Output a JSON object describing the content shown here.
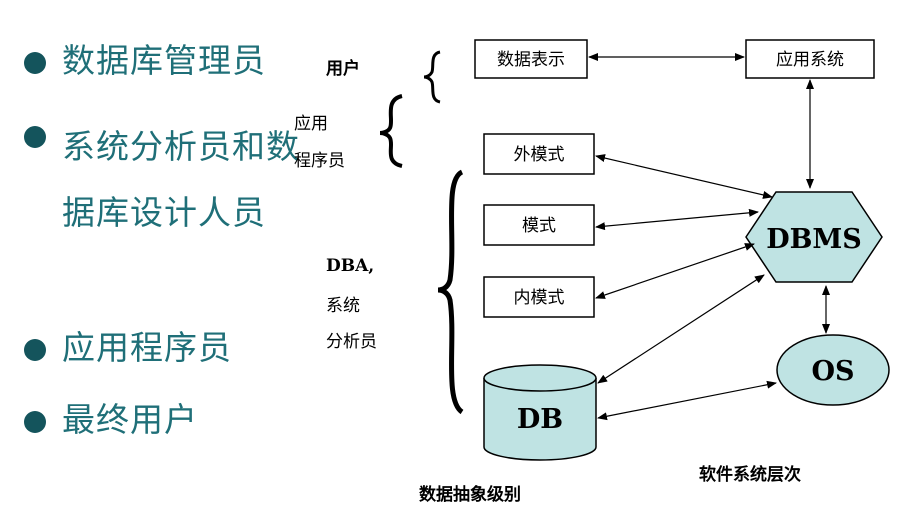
{
  "bullets": [
    {
      "text": "数据库管理员"
    },
    {
      "text": "系统分析员和数据库设计人员"
    },
    {
      "text": "应用程序员"
    },
    {
      "text": "最终用户"
    }
  ],
  "roles": {
    "user": "用户",
    "app_programmer_line1": "应用",
    "app_programmer_line2": "程序员",
    "dba_line1": "DBA,",
    "dba_line2": "系统",
    "dba_line3": "分析员"
  },
  "boxes": {
    "data_display": "数据表示",
    "app_system": "应用系统",
    "external_schema": "外模式",
    "schema": "模式",
    "internal_schema": "内模式"
  },
  "nodes": {
    "dbms": "DBMS",
    "os": "OS",
    "db": "DB"
  },
  "captions": {
    "abstraction_levels": "数据抽象级别",
    "software_layers": "软件系统层次"
  },
  "colors": {
    "bullet_text": "#1f6f78",
    "bullet_dot": "#14545c",
    "shape_fill": "#bfe3e3"
  }
}
